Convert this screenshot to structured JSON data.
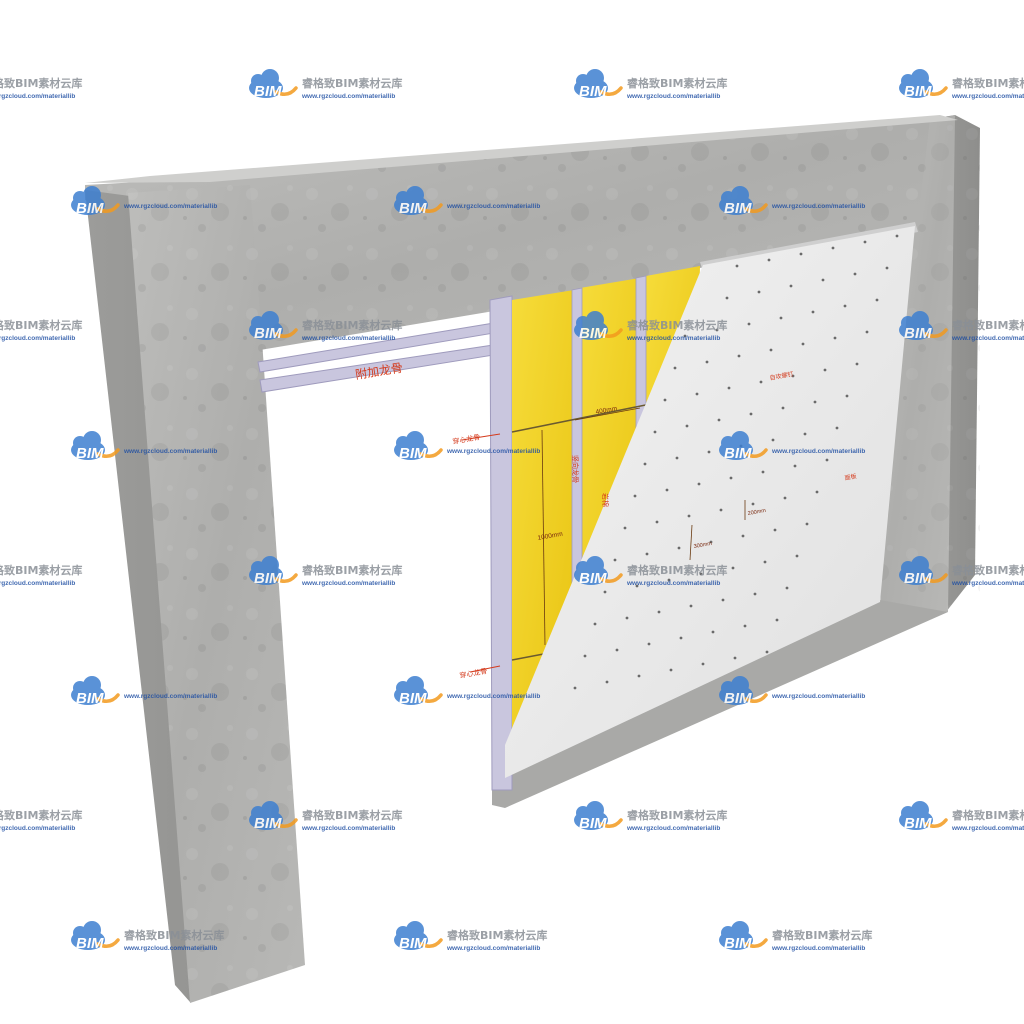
{
  "labels": {
    "additional_keel": "附加龙骨",
    "through_keel_top": "穿心龙骨",
    "through_keel_bottom": "穿心龙骨",
    "vertical_keel": "竖向龙骨",
    "insulation": "岩棉",
    "self_tapping_screw": "自攻螺钉",
    "gypsum_board": "面板"
  },
  "dimensions": {
    "stud_spacing": "400mm",
    "keel_spacing": "1000mm",
    "screw_spacing_a": "200mm",
    "screw_spacing_b": "300mm"
  },
  "watermark": {
    "brand_cn": "睿格致BIM素材云库",
    "url": "www.rgzcloud.com/materiallib",
    "logo_text": "BIM"
  },
  "colors": {
    "concrete": "#b4b4b2",
    "insulation": "#f2d21a",
    "keel": "#c9c6de",
    "board": "#e9e9e9",
    "label_red": "#d43a1c",
    "logo_blue": "#3d7fd0",
    "logo_orange": "#f39a1e"
  }
}
